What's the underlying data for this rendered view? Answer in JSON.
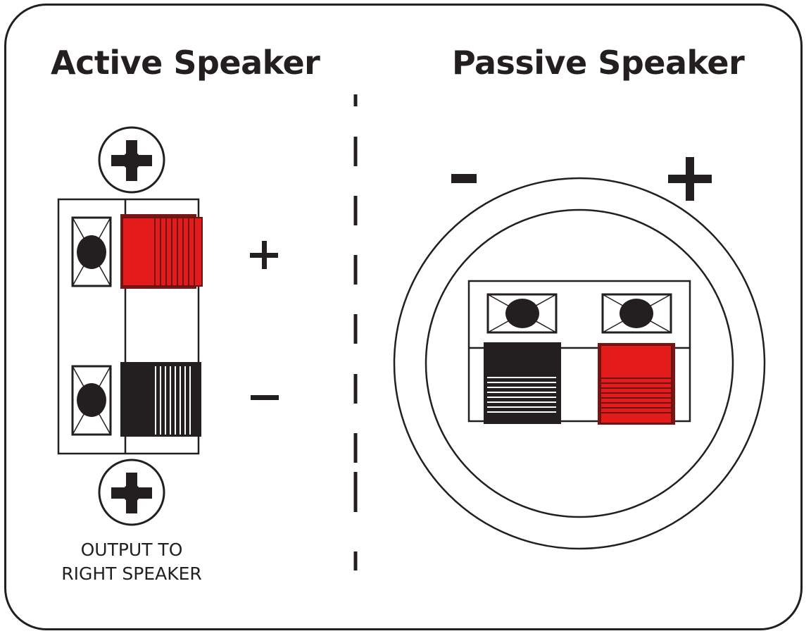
{
  "diagram": {
    "title_left": "Active Speaker",
    "title_right": "Passive Speaker",
    "active": {
      "positive_sign": "+",
      "negative_sign": "−",
      "terminals": [
        {
          "polarity": "positive",
          "color": "#e31b1b"
        },
        {
          "polarity": "negative",
          "color": "#231f20"
        }
      ],
      "screws": [
        "top-screw",
        "bottom-screw"
      ],
      "caption_line1": "OUTPUT TO",
      "caption_line2": "RIGHT SPEAKER"
    },
    "passive": {
      "negative_sign": "-",
      "positive_sign": "+",
      "terminals": [
        {
          "polarity": "negative",
          "color": "#231f20"
        },
        {
          "polarity": "positive",
          "color": "#e31b1b"
        }
      ]
    },
    "colors": {
      "ink": "#231f20",
      "red": "#e31b1b",
      "background": "#ffffff"
    }
  }
}
